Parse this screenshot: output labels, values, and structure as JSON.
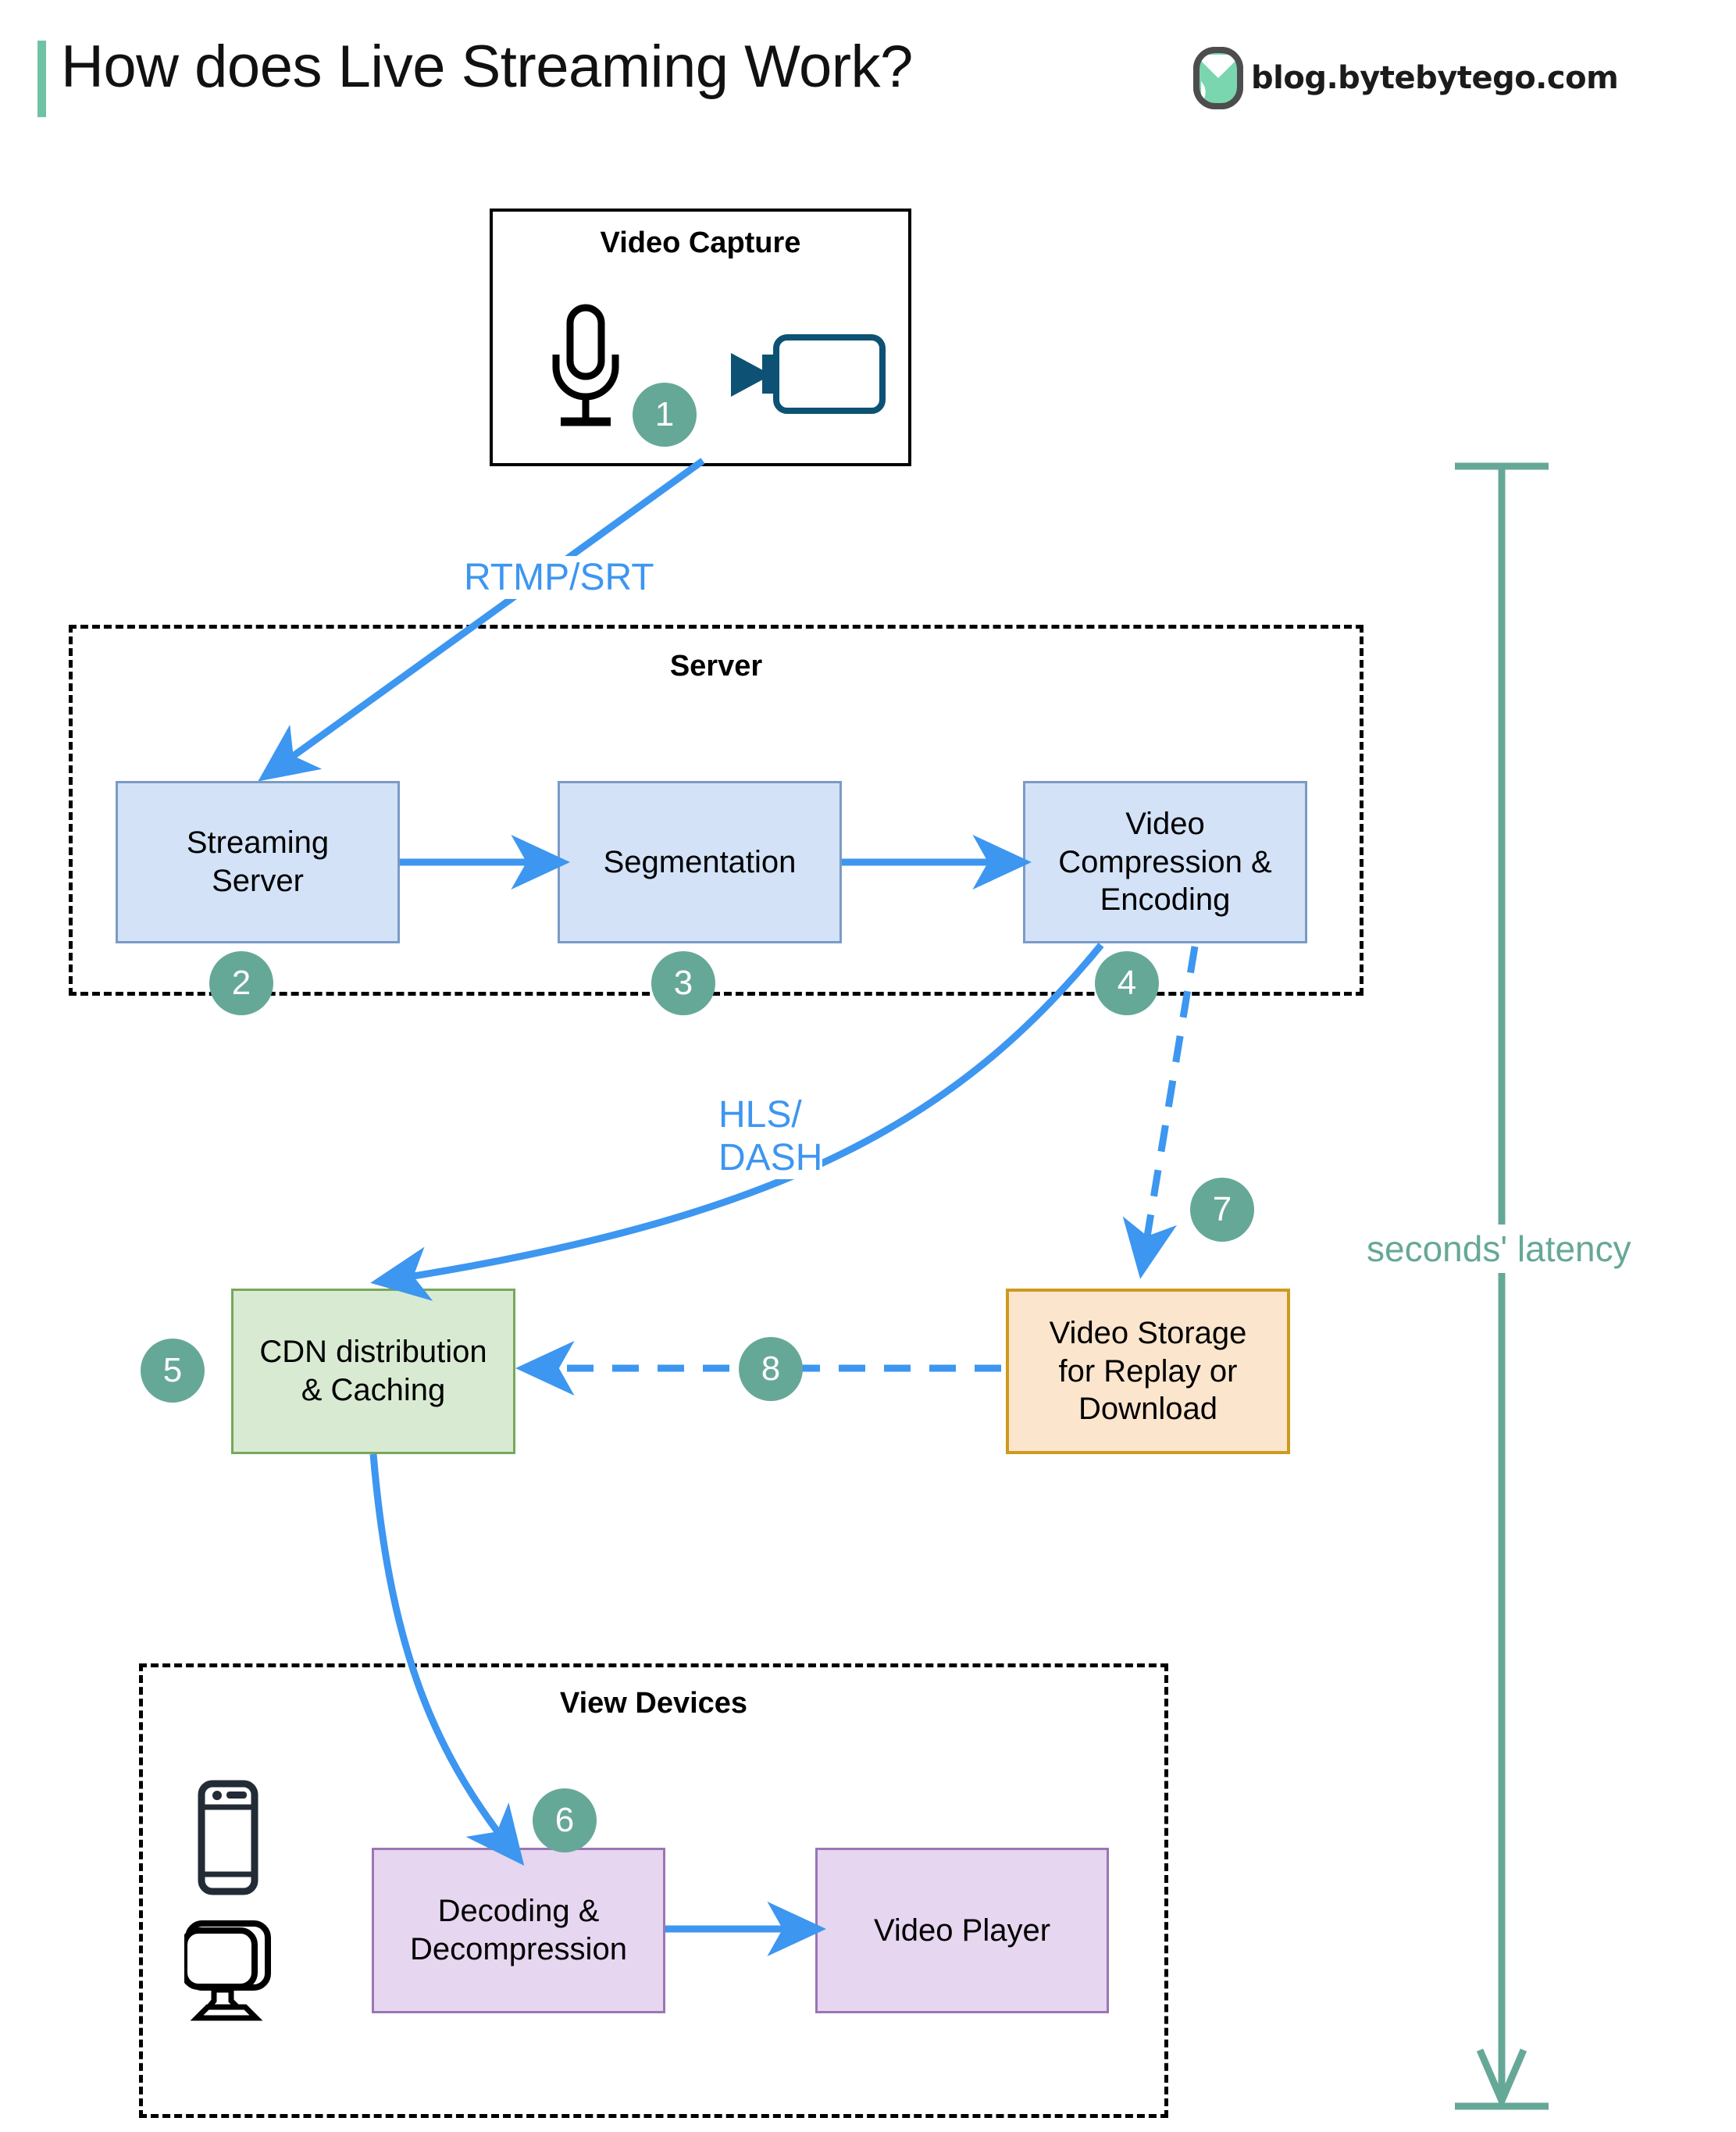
{
  "header": {
    "title": "How does Live Streaming Work?",
    "brand_text": "blog.bytebytego.com",
    "accent_color": "#6fc3a4"
  },
  "colors": {
    "badge": "#66a897",
    "flow_blue": "#3d96f0",
    "server_box": "#d3e2f7",
    "cdn_box": "#d9ead3",
    "storage_box": "#fce5cd",
    "device_box": "#e6d6ef",
    "latency": "#66a897"
  },
  "groups": [
    {
      "id": "video-capture",
      "title": "Video Capture"
    },
    {
      "id": "server",
      "title": "Server"
    },
    {
      "id": "view-devices",
      "title": "View Devices"
    }
  ],
  "nodes": [
    {
      "id": "streaming-server",
      "label": "Streaming\nServer",
      "line1": "Streaming",
      "line2": "Server"
    },
    {
      "id": "segmentation",
      "label": "Segmentation"
    },
    {
      "id": "video-compression",
      "line1": "Video",
      "line2": "Compression &",
      "line3": "Encoding"
    },
    {
      "id": "cdn",
      "line1": "CDN distribution",
      "line2": "& Caching"
    },
    {
      "id": "video-storage",
      "line1": "Video Storage",
      "line2": "for Replay or",
      "line3": "Download"
    },
    {
      "id": "decoding",
      "line1": "Decoding &",
      "line2": "Decompression"
    },
    {
      "id": "video-player",
      "label": "Video Player"
    }
  ],
  "badges": [
    {
      "n": "1"
    },
    {
      "n": "2"
    },
    {
      "n": "3"
    },
    {
      "n": "4"
    },
    {
      "n": "5"
    },
    {
      "n": "6"
    },
    {
      "n": "7"
    },
    {
      "n": "8"
    }
  ],
  "edge_labels": {
    "rtmp": "RTMP/SRT",
    "hls_line1": "HLS/",
    "hls_line2": "DASH"
  },
  "latency": {
    "label": "seconds' latency"
  },
  "icons": {
    "microphone": "microphone-icon",
    "video_camera": "video-camera-icon",
    "phone": "phone-icon",
    "monitor": "monitor-icon",
    "logo": "bytebytego-logo-icon"
  }
}
